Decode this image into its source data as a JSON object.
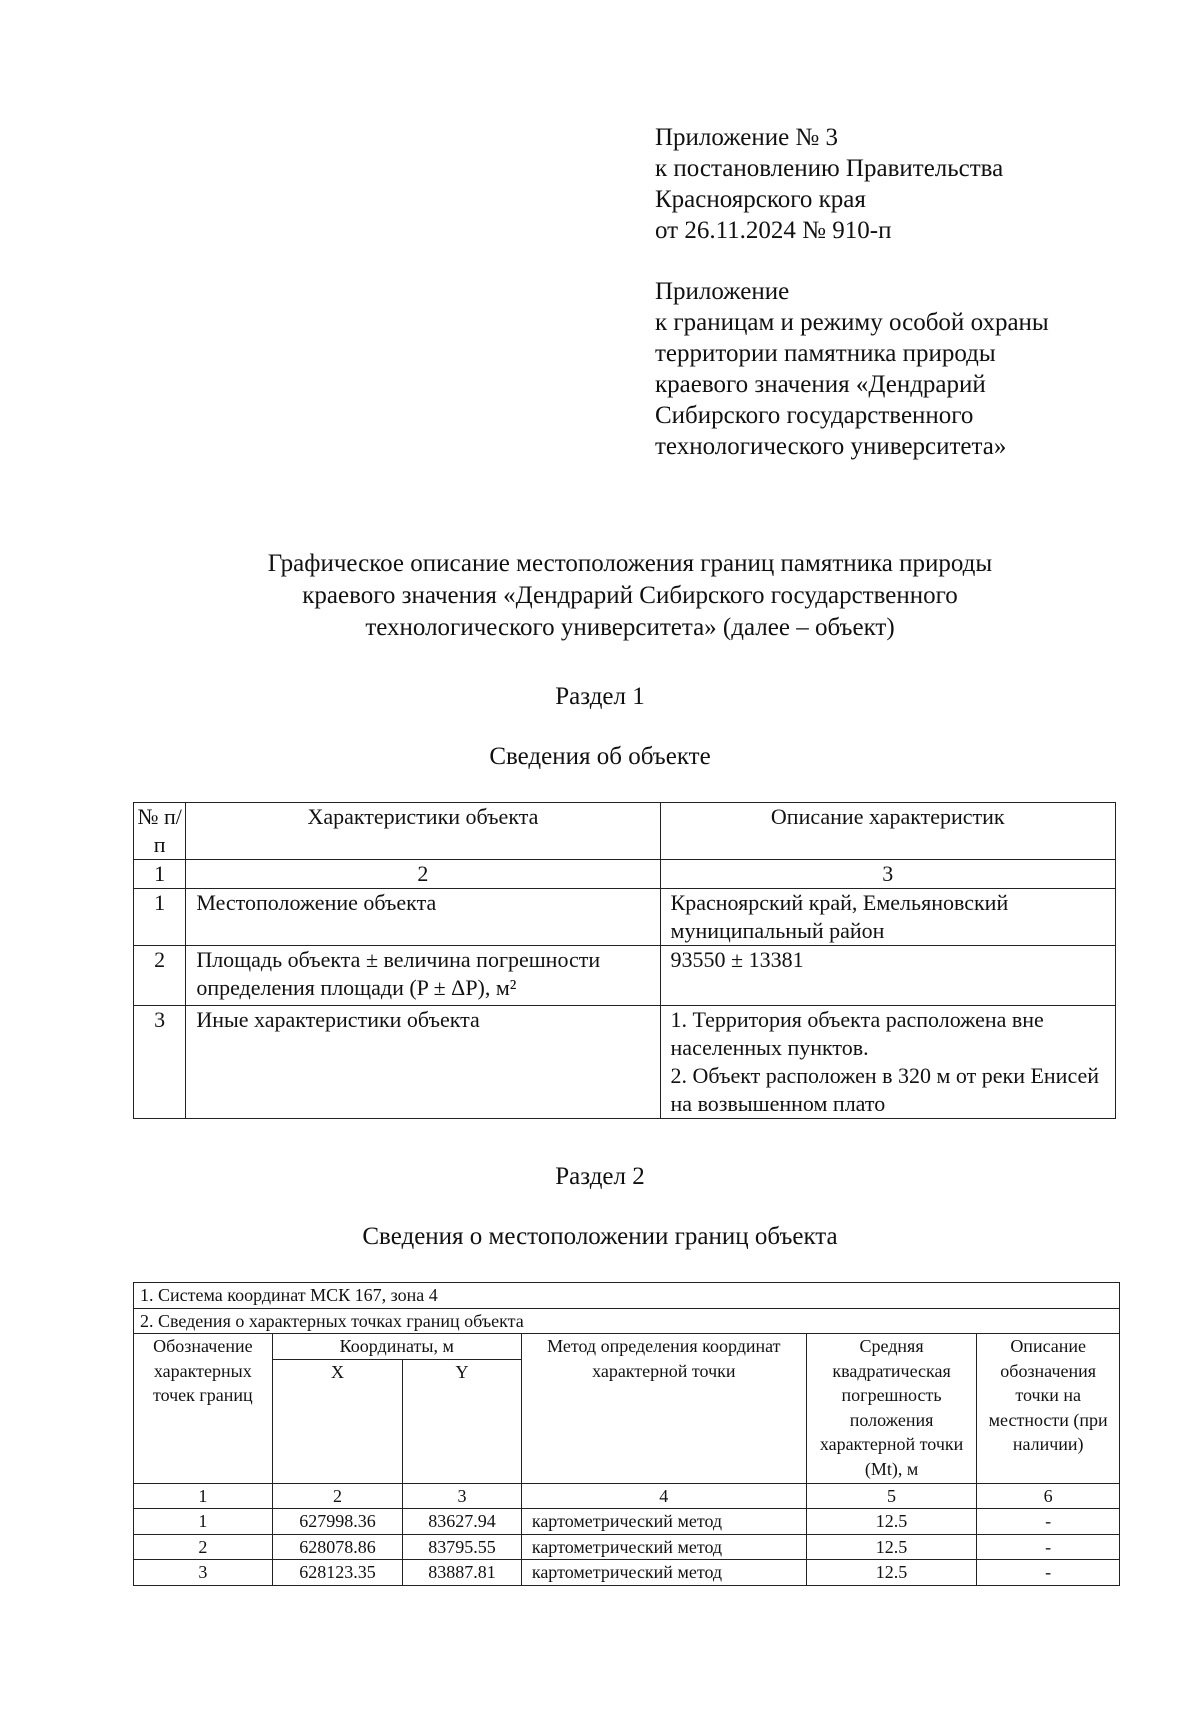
{
  "appendix": {
    "block1": [
      "Приложение № 3",
      "к постановлению Правительства",
      "Красноярского края",
      "от 26.11.2024 № 910-п"
    ],
    "block2": [
      "Приложение",
      "к границам и режиму особой охраны",
      "территории памятника природы",
      "краевого значения «Дендрарий",
      "Сибирского государственного",
      "технологического университета»"
    ]
  },
  "title": {
    "lines": [
      "Графическое описание местоположения границ памятника природы",
      "краевого значения «Дендрарий Сибирского государственного",
      "технологического университета» (далее – объект)"
    ]
  },
  "section1": {
    "heading": "Раздел 1",
    "subheading": "Сведения об объекте",
    "table": {
      "headers": [
        "№ п/п",
        "Характеристики объекта",
        "Описание характеристик"
      ],
      "numbers": [
        "1",
        "2",
        "3"
      ],
      "rows": [
        {
          "n": "1",
          "name": "Местоположение объекта",
          "desc": "Красноярский край, Емельяновский муниципальный район"
        },
        {
          "n": "2",
          "name": "Площадь объекта ± величина погрешности определения площади (P ± ΔP), м²",
          "desc": "93550 ± 13381"
        },
        {
          "n": "3",
          "name": "Иные характеристики объекта",
          "desc": "1. Территория объекта расположена вне населенных пунктов.",
          "desc2": "2. Объект расположен в 320 м от реки Енисей на возвышенном плато"
        }
      ]
    }
  },
  "section2": {
    "heading": "Раздел 2",
    "subheading": "Сведения о местоположении границ объекта",
    "table": {
      "row1": "1. Система координат МСК 167, зона 4",
      "row2": "2. Сведения о характерных точках границ объекта",
      "headers": {
        "designation": "Обозначение характерных точек границ",
        "coords": "Координаты, м",
        "x": "X",
        "y": "Y",
        "method": "Метод определения координат характерной точки",
        "error": "Средняя квадратическая погрешность положения характерной точки (Mt), м",
        "description": "Описание обозначения точки на местности (при наличии)"
      },
      "numbers": [
        "1",
        "2",
        "3",
        "4",
        "5",
        "6"
      ],
      "rows": [
        {
          "point": "1",
          "x": "627998.36",
          "y": "83627.94",
          "method": "картометрический метод",
          "error": "12.5",
          "desc": "-"
        },
        {
          "point": "2",
          "x": "628078.86",
          "y": "83795.55",
          "method": "картометрический метод",
          "error": "12.5",
          "desc": "-"
        },
        {
          "point": "3",
          "x": "628123.35",
          "y": "83887.81",
          "method": "картометрический метод",
          "error": "12.5",
          "desc": "-"
        }
      ]
    }
  }
}
